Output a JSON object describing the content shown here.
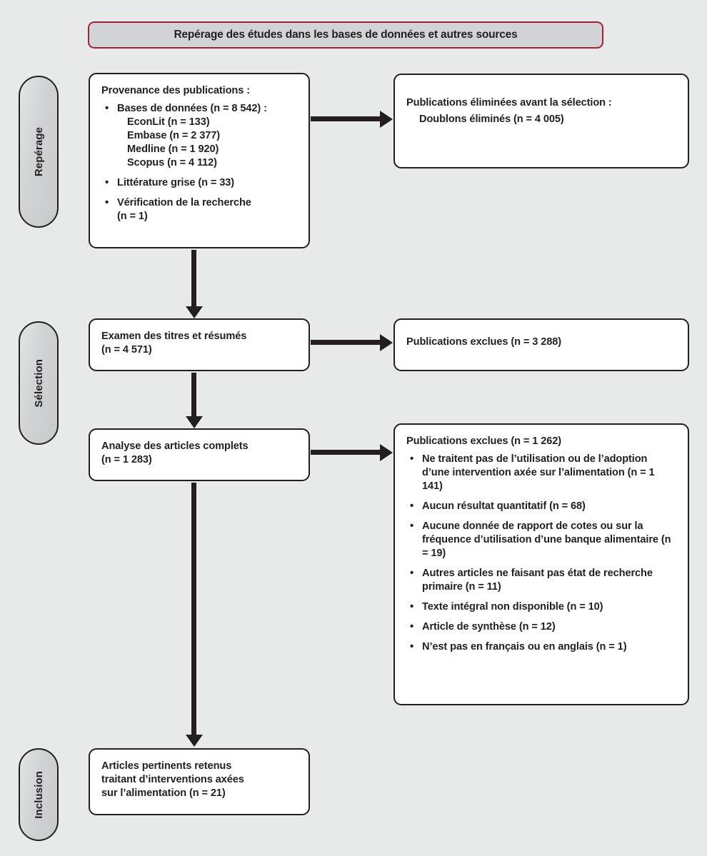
{
  "banner": {
    "text": "Repérage des études dans les bases de données et autres sources"
  },
  "stages": [
    {
      "label": "Repérage"
    },
    {
      "label": "Sélection"
    },
    {
      "label": "Inclusion"
    }
  ],
  "boxes": {
    "sources": {
      "title": "Provenance des publications :",
      "bullets": [
        {
          "text": "Bases de données (n = 8 542) :",
          "sub": [
            "EconLit (n = 133)",
            "Embase (n = 2 377)",
            "Medline (n = 1 920)",
            "Scopus (n = 4 112)"
          ]
        },
        {
          "text": "Littérature grise (n = 33)",
          "sub": []
        },
        {
          "text": "Vérification de la recherche",
          "cont": "(n = 1)",
          "sub": []
        }
      ]
    },
    "removed_before_screening": {
      "title": "Publications éliminées avant la sélection :",
      "item": "Doublons éliminés (n = 4 005)"
    },
    "screening": {
      "line1": "Examen des titres et résumés",
      "line2": "(n = 4 571)"
    },
    "excluded_screening": {
      "text": "Publications exclues (n = 3 288)"
    },
    "fulltext": {
      "line1": "Analyse des articles complets",
      "line2": "(n = 1 283)"
    },
    "excluded_fulltext": {
      "title": "Publications exclues (n = 1 262)",
      "reasons": [
        "Ne traitent pas de l’utilisation ou de l’adoption d’une intervention axée sur l’alimentation (n = 1 141)",
        "Aucun résultat quantitatif (n = 68)",
        "Aucune donnée de rapport de cotes ou sur la fréquence d’utilisation d’une banque alimentaire (n = 19)",
        "Autres articles ne faisant pas état de recherche primaire (n = 11)",
        "Texte intégral non disponible (n = 10)",
        "Article de synthèse (n = 12)",
        "N’est pas en français ou en anglais (n = 1)"
      ]
    },
    "included": {
      "line1": "Articles pertinents retenus",
      "line2": "traitant d’interventions axées",
      "line3": "sur l’alimentation (n = 21)"
    }
  },
  "colors": {
    "background": "#e8eae9",
    "banner_fill": "#d2d3d4",
    "banner_border": "#a32134",
    "box_border": "#231f20",
    "box_fill": "#ffffff",
    "pill_fill": "#d1d2d3",
    "text": "#231f20"
  }
}
